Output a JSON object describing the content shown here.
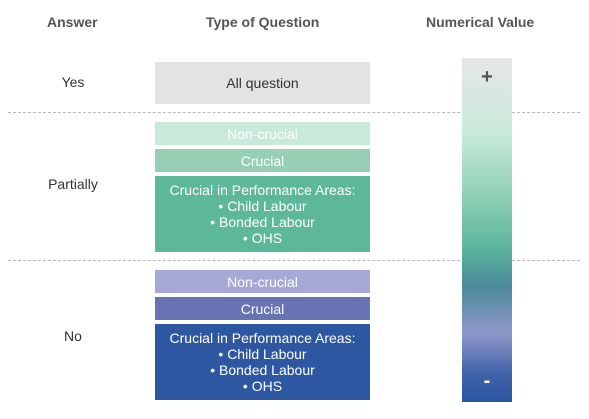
{
  "headers": {
    "answer": "Answer",
    "type_of_question": "Type of Question",
    "numerical_value": "Numerical Value"
  },
  "rows": {
    "yes": {
      "label": "Yes",
      "boxes": [
        {
          "text": "All question",
          "color": "#e3e3e3",
          "text_color": "#333333"
        }
      ]
    },
    "partially": {
      "label": "Partially",
      "boxes": [
        {
          "text": "Non-crucial",
          "color": "#c9ead9",
          "text_color": "#ffffff"
        },
        {
          "text": "Crucial",
          "color": "#96cfb4",
          "text_color": "#ffffff"
        },
        {
          "title": "Crucial in Performance Areas:",
          "items": [
            "• Child Labour",
            "• Bonded Labour",
            "• OHS"
          ],
          "color": "#5db89a",
          "text_color": "#ffffff"
        }
      ]
    },
    "no": {
      "label": "No",
      "boxes": [
        {
          "text": "Non-crucial",
          "color": "#a6a9d6",
          "text_color": "#ffffff"
        },
        {
          "text": "Crucial",
          "color": "#6873b4",
          "text_color": "#ffffff"
        },
        {
          "title": "Crucial in Performance Areas:",
          "items": [
            "• Child Labour",
            "• Bonded Labour",
            "• OHS"
          ],
          "color": "#2d57a0",
          "text_color": "#ffffff"
        }
      ]
    }
  },
  "scale": {
    "top_sign": "+",
    "bottom_sign": "-",
    "top_sign_color": "#555555",
    "bottom_sign_color": "#ffffff"
  }
}
